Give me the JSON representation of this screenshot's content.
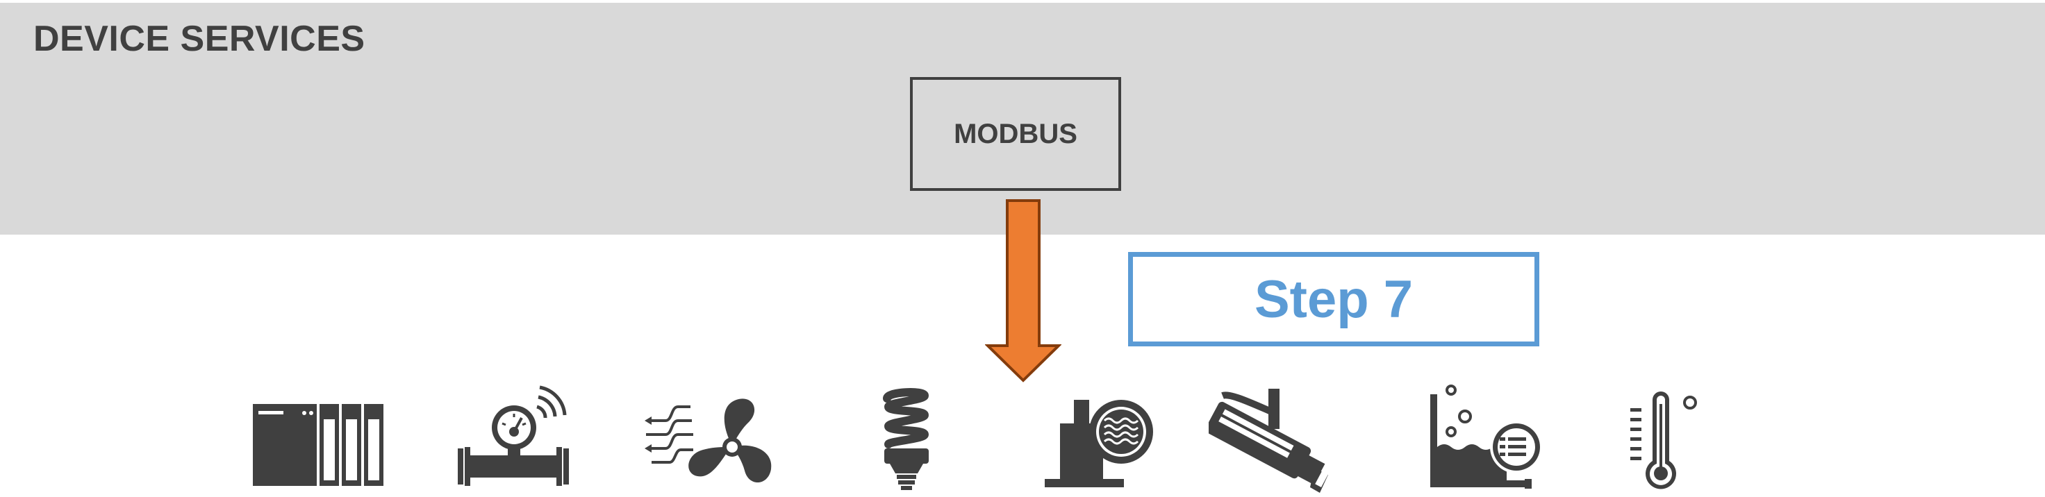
{
  "section": {
    "title": "DEVICE SERVICES"
  },
  "service": {
    "label": "MODBUS"
  },
  "step": {
    "label": "Step 7"
  },
  "colors": {
    "band": "#d9d9d9",
    "arrow": "#ed7d31",
    "arrow_outline": "#843c0c",
    "step": "#5b9bd5",
    "icon": "#404040"
  },
  "devices": [
    {
      "icon": "plc-icon"
    },
    {
      "icon": "flow-meter-icon"
    },
    {
      "icon": "fan-icon"
    },
    {
      "icon": "light-bulb-icon"
    },
    {
      "icon": "pump-sensor-icon"
    },
    {
      "icon": "camera-icon"
    },
    {
      "icon": "tank-level-icon"
    },
    {
      "icon": "thermometer-icon"
    }
  ]
}
